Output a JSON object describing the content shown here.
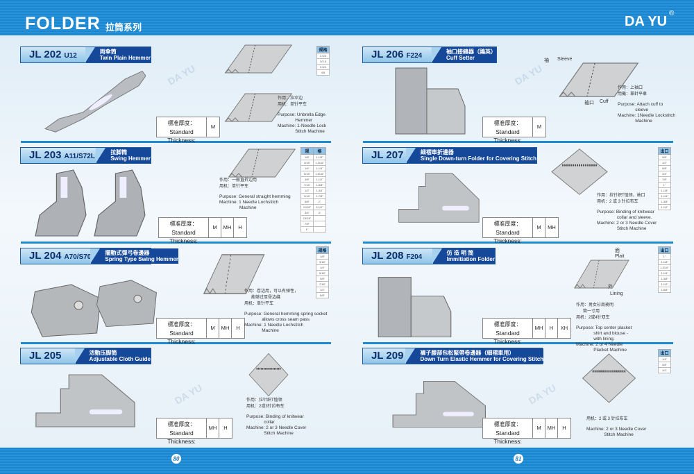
{
  "header": {
    "title": "FOLDER",
    "title_cn": "拉筒系列",
    "brand": "DA YU",
    "registered": "®"
  },
  "footer": {
    "page_left": "80",
    "page_right": "81"
  },
  "watermark": "DA YU",
  "products": [
    {
      "model": "JL 202",
      "sub": "U12",
      "name_cn": "両傘筒",
      "name_en": "Twin Plain Hemmer",
      "thickness_label_cn": "標准厚度：",
      "thickness_label": "Standard Thickness:",
      "thickness": [
        "M"
      ],
      "desc_cn": [
        "作用：拉伞边",
        "用机：单针平车"
      ],
      "purpose": "Purpose: Unbrella Edge\n              Hemmer",
      "machine": "Machine: 1-Needle Lock\n              Stitch Machine",
      "spec_header": [
        "规格"
      ],
      "spec": [
        [
          "2.5/3"
        ],
        [
          "3/3.5"
        ],
        [
          "3.5/4"
        ],
        [
          "4/5"
        ]
      ],
      "labels": []
    },
    {
      "model": "JL 203",
      "sub": "A11/S72L",
      "name_cn": "拉脚筒",
      "name_en": "Swing Hemmer",
      "thickness_label_cn": "標准厚度：",
      "thickness_label": "Standard Thickness:",
      "thickness": [
        "M",
        "MH",
        "H"
      ],
      "desc_cn": [
        "作用：一般直折边用",
        "用机：单针平车"
      ],
      "purpose": "Purpose: General straight hemming",
      "machine": "Machine: 1 Needle Lochstitch\n                Machine",
      "spec_header": [
        "规",
        "格"
      ],
      "spec": [
        [
          "1/8\"",
          "1-1/8\""
        ],
        [
          "3/16\"",
          "1-3/16\""
        ],
        [
          "1/4\"",
          "1-1/4\""
        ],
        [
          "5/16\"",
          "1-5/16\""
        ],
        [
          "3/8\"",
          "1-1/2\""
        ],
        [
          "7/16\"",
          "1-5/8\""
        ],
        [
          "1/2\"",
          "1-3/4\""
        ],
        [
          "9/16\"",
          "1-7/8\""
        ],
        [
          "5/8\"",
          "2\""
        ],
        [
          "11/16\"",
          "2-1/2\""
        ],
        [
          "3/4\"",
          "3\""
        ],
        [
          "13/16\"",
          ""
        ],
        [
          "7/8\"",
          ""
        ],
        [
          "1\"",
          ""
        ]
      ],
      "labels": []
    },
    {
      "model": "JL 204",
      "sub": "A70/S70",
      "name_cn": "擺動式彈弓卷邊器",
      "name_en": "Spring Type Swing Hemmer",
      "thickness_label_cn": "標准厚度：",
      "thickness_label": "Standard Thickness:",
      "thickness": [
        "M",
        "MH",
        "H"
      ],
      "desc_cn": [
        "作用：卷边用，可以有弹性，",
        "      能够过厚骨边缝",
        "用机：单针平车"
      ],
      "purpose": "Purpose: General hemming spring socket\n              allows cross seam pass",
      "machine": "Machine: 1 Needle Lochstitch\n              Machine",
      "spec_header": [
        "规格"
      ],
      "spec": [
        [
          "1/8\""
        ],
        [
          "3/16\""
        ],
        [
          "1/4\""
        ],
        [
          "5/16\""
        ],
        [
          "3/8\""
        ],
        [
          "7/16\""
        ],
        [
          "1/2\""
        ],
        [
          "5/8\""
        ]
      ],
      "labels": []
    },
    {
      "model": "JL 205",
      "sub": "",
      "name_cn": "活動压脚筒",
      "name_en": "Adjustable Cloth Guide",
      "thickness_label_cn": "標准厚度：",
      "thickness_label": "Standard Thickness:",
      "thickness": [
        "MH",
        "H"
      ],
      "desc_cn": [
        "作用：拉针织T恤领",
        "用机：2或3针拉布车"
      ],
      "purpose": "Purpose: Binding of knitwear\n              collar",
      "machine": "Machine: 2 or 3 Needle Cover\n              Stitch Machine",
      "spec_header": [],
      "spec": [],
      "labels": []
    },
    {
      "model": "JL 206",
      "sub": "F224",
      "name_cn": "袖口接縫器（鶏英）",
      "name_en": "Cuff  Setter",
      "thickness_label_cn": "標准厚度：",
      "thickness_label": "Standard Thickness:",
      "thickness": [
        "M"
      ],
      "desc_cn": [
        "作用：上袖口",
        "用機：單針平車"
      ],
      "purpose": "Purpose: Attach cuff to\n              sleeve",
      "machine": "Machine: 1Needle Lockstitch\n              Machine",
      "spec_header": [],
      "spec": [],
      "labels": [
        "袖",
        "Sleeve",
        "袖口",
        "Cuff"
      ]
    },
    {
      "model": "JL 207",
      "sub": "",
      "name_cn": "細褶車折邊器",
      "name_en": "Single Down-turn Folder for Covering Stitch",
      "thickness_label_cn": "標准厚度：",
      "thickness_label": "Standard Thickness:",
      "thickness": [
        "M",
        "MH"
      ],
      "desc_cn": [
        "作用：拉针织T恤领，袖口",
        "用机：2 或 3 针拉布车"
      ],
      "purpose": "Purpose: Binding of knitwear\n                collar and sleeve.",
      "machine": "Machine: 2 or 3 Needle Cover\n                Stitch Machine",
      "spec_header": [
        "出口"
      ],
      "spec": [
        [
          "3/8\""
        ],
        [
          "1/2\""
        ],
        [
          "5/8\""
        ],
        [
          "3/4\""
        ],
        [
          "7/8\""
        ],
        [
          "1\""
        ],
        [
          "1-1/8\""
        ],
        [
          "1-1/4\""
        ],
        [
          "1-3/8\""
        ],
        [
          "1-1/2\""
        ]
      ],
      "labels": []
    },
    {
      "model": "JL 208",
      "sub": "F204",
      "name_cn": "仿 造 明 筒",
      "name_en": "Immitiation Folder",
      "thickness_label_cn": "標准厚度：",
      "thickness_label": "Standard Thickness:",
      "thickness": [
        "MH",
        "H",
        "XH"
      ],
      "desc_cn": [
        "作用：男女衫商務明",
        "      筒一寸用",
        "用机：2或4针双车"
      ],
      "purpose": "Purpose: Top center placket\n              shirt and blouse -\n              with lining.",
      "machine": "Machine: 2 or 4 Needle\n              Placket Machine",
      "spec_header": [
        "出口"
      ],
      "spec": [
        [
          "1\""
        ],
        [
          "1-1/8\""
        ],
        [
          "1-3/16\""
        ],
        [
          "1-1/4\""
        ],
        [
          "1-3/8\""
        ],
        [
          "1-1/2\""
        ],
        [
          "1-5/8\""
        ]
      ],
      "labels": [
        "面",
        "Plait",
        "外",
        "Lining"
      ]
    },
    {
      "model": "JL 209",
      "sub": "",
      "name_cn": "褲子腰部包松緊帶卷邊器（細褶車用）",
      "name_en": "Down Turn Elastic Hemmer for Covering Stitch",
      "thickness_label_cn": "標准厚度：",
      "thickness_label": "Standard Thickness:",
      "thickness": [
        "M",
        "MH",
        "H"
      ],
      "desc_cn": [
        "用机：2 或 3 针拉布车"
      ],
      "purpose": "",
      "machine": "Machine: 2 or 3 Needle Cover\n              Stitch Machine",
      "spec_header": [
        "出口"
      ],
      "spec": [
        [
          "1/4\""
        ],
        [
          "3/8\""
        ],
        [
          "1/2\""
        ]
      ],
      "labels": []
    }
  ],
  "colors": {
    "band": "#1a86cf",
    "bar_dark": "#16489a",
    "bar_light": "#a6d1ef",
    "table_header": "#8fc3ea"
  }
}
